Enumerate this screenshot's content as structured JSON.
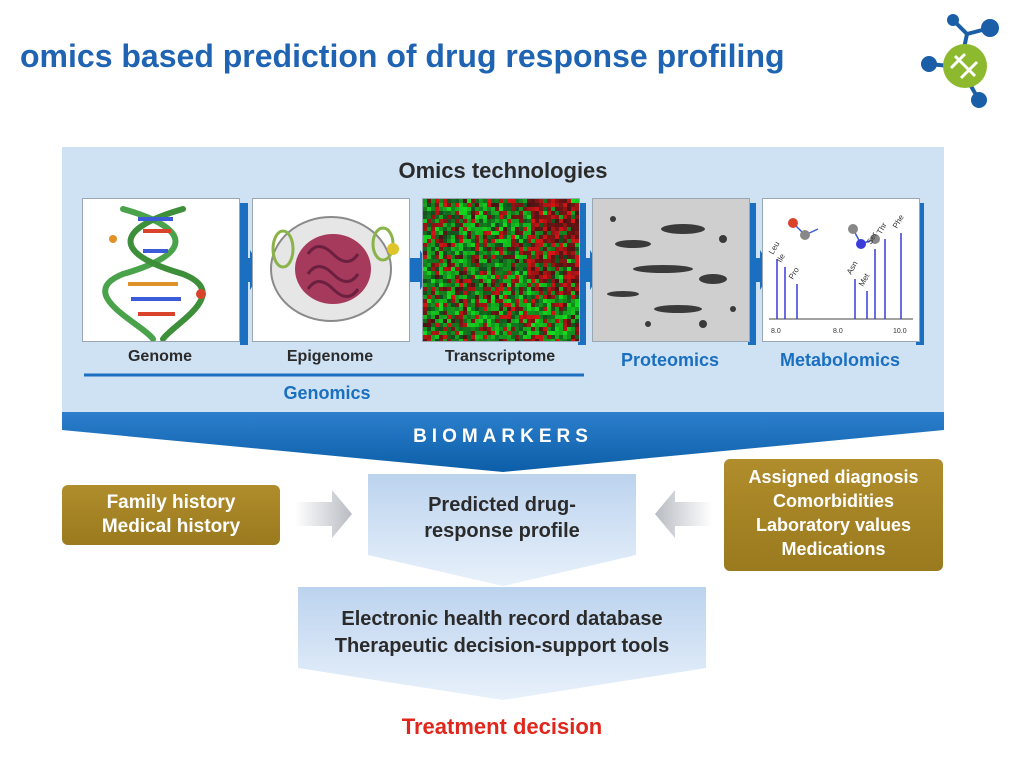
{
  "slide": {
    "title": "omics based prediction of drug response profiling"
  },
  "omics": {
    "heading": "Omics technologies",
    "panels": [
      {
        "label": "Genome"
      },
      {
        "label": "Epigenome"
      },
      {
        "label": "Transcriptome"
      },
      {
        "label": "Proteomics"
      },
      {
        "label": "Metabolomics"
      }
    ],
    "group_label": "Genomics",
    "spectrum": {
      "peaks": [
        "Leu",
        "Ile",
        "Pro",
        "Asn",
        "Met",
        "Ser",
        "Thr",
        "Phe"
      ],
      "ticks": [
        "8.0",
        "8.0",
        "10.0"
      ]
    }
  },
  "biomarkers": "BIOMARKERS",
  "left_box": {
    "line1": "Family history",
    "line2": "Medical history"
  },
  "right_box": {
    "line1": "Assigned diagnosis",
    "line2": "Comorbidities",
    "line3": "Laboratory values",
    "line4": "Medications"
  },
  "profile": {
    "line1": "Predicted drug-",
    "line2": "response profile"
  },
  "ehr": {
    "line1": "Electronic health record database",
    "line2": "Therapeutic decision-support tools"
  },
  "decision": "Treatment decision",
  "colors": {
    "title_blue": "#1f63b3",
    "panel_bg": "#cfe2f3",
    "arrow_blue": "#1a6fc0",
    "gold": "#a6842a",
    "decision_red": "#e1261c"
  }
}
